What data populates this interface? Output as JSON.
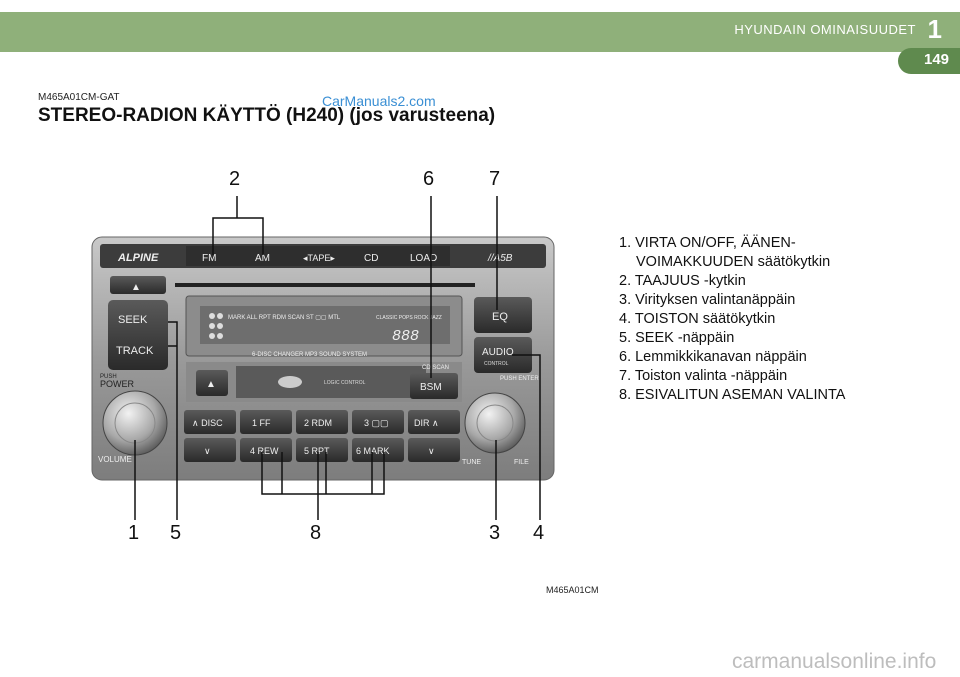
{
  "header": {
    "banner_title": "HYUNDAIN OMINAISUUDET",
    "chapter_number": "1",
    "page_number": "149",
    "colors": {
      "banner": "#8fb07a",
      "page_tab": "#5f8a4e"
    }
  },
  "doc": {
    "code": "M465A01CM-GAT",
    "title": "STEREO-RADION KÄYTTÖ (H240) (jos varusteena)",
    "figure_code": "M465A01CM"
  },
  "watermarks": {
    "top": "CarManuals2.com",
    "bottom": "carmanualsonline.info"
  },
  "radio": {
    "brand": "ALPINE",
    "top_buttons": [
      "FM",
      "AM",
      "◂TAPE▸",
      "CD",
      "LOAD"
    ],
    "left_buttons": {
      "eject": "▲",
      "seek": "SEEK",
      "track": "TRACK",
      "push": "PUSH",
      "power": "POWER",
      "volume": "VOLUME",
      "eject2": "▲"
    },
    "display_text": "MARK ALL RPT RDM SCAN ST ▢▢ MTL",
    "display_right": "CLASSIC POPS ROCK JAZZ",
    "display_digits": "888",
    "changer_label": "6-DISC CHANGER MP3 SOUND SYSTEM",
    "right_buttons": {
      "eq": "EQ",
      "audio": "AUDIO",
      "audio_sub": "CONTROL",
      "bsm": "BSM",
      "cd_scan": "CD SCAN",
      "push_enter": "PUSH ENTER",
      "tune": "TUNE",
      "file": "FILE"
    },
    "preset_row1": [
      "∧ DISC",
      "1 FF",
      "2 RDM",
      "3 ▢▢",
      "DIR ∧"
    ],
    "preset_row2": [
      "∨",
      "4 REW",
      "5 RPT",
      "6 MARK",
      "∨"
    ],
    "logo_sub": "LOGIC CONTROL"
  },
  "callouts": {
    "n1": "1",
    "n2": "2",
    "n3": "3",
    "n4": "4",
    "n5": "5",
    "n6": "6",
    "n7": "7",
    "n8": "8"
  },
  "legend": [
    "1. VIRTA ON/OFF, ÄÄNEN-",
    "VOIMAKKUUDEN säätökytkin",
    "2. TAAJUUS -kytkin",
    "3. Virityksen valintanäppäin",
    "4. TOISTON säätökytkin",
    "5. SEEK -näppäin",
    "6. Lemmikkikanavan näppäin",
    "7. Toiston valinta -näppäin",
    "8. ESIVALITUN ASEMAN VALINTA"
  ]
}
